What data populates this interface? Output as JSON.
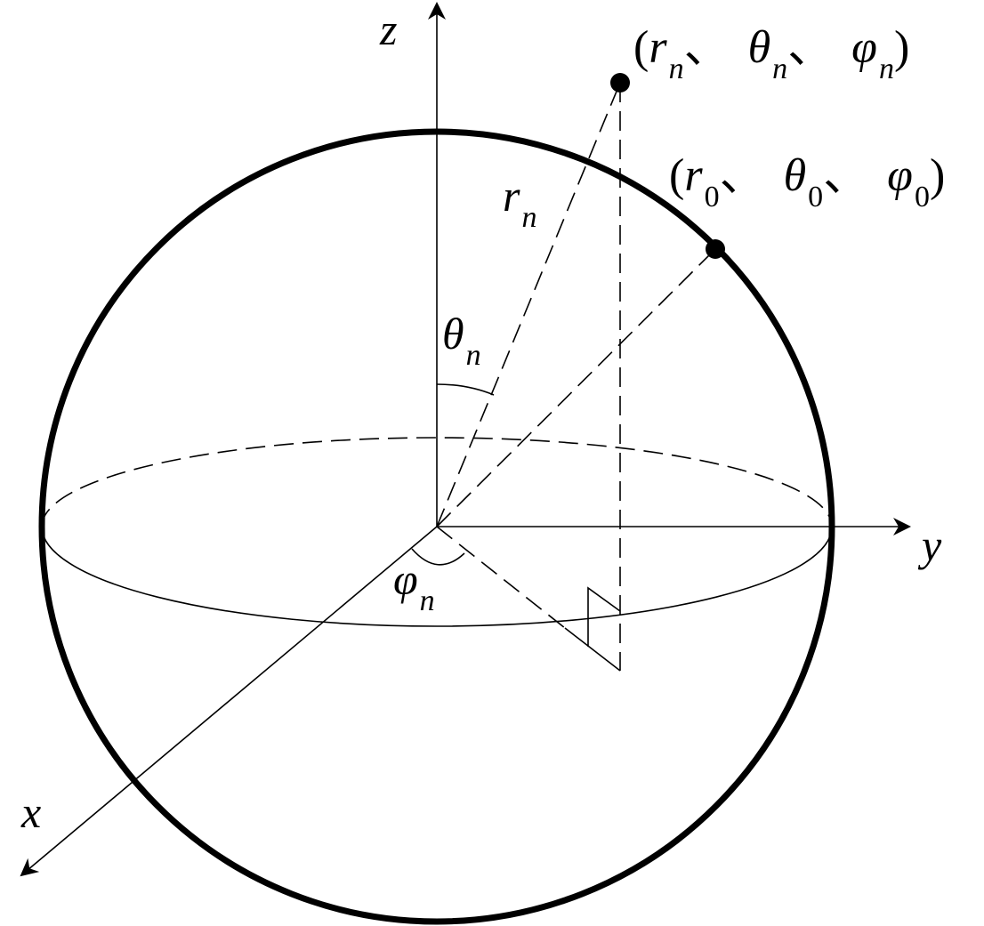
{
  "axes": {
    "z": "z",
    "y": "y",
    "x": "x"
  },
  "labels": {
    "r_n": {
      "main": "r",
      "sub": "n"
    },
    "theta_n": {
      "main": "θ",
      "sub": "n"
    },
    "phi_n": {
      "main": "φ",
      "sub": "n"
    }
  },
  "points": {
    "point_n": {
      "open": "(",
      "r": "r",
      "r_sub": "n",
      "sep1": "、",
      "theta": "θ",
      "theta_sub": "n",
      "sep2": "、",
      "phi": "φ",
      "phi_sub": "n",
      "close": ")"
    },
    "point_0": {
      "open": "(",
      "r": "r",
      "r_sub": "0",
      "sep1": "、",
      "theta": "θ",
      "theta_sub": "0",
      "sep2": "、",
      "phi": "φ",
      "phi_sub": "0",
      "close": ")"
    }
  },
  "colors": {
    "stroke": "#000000",
    "background": "#ffffff"
  }
}
